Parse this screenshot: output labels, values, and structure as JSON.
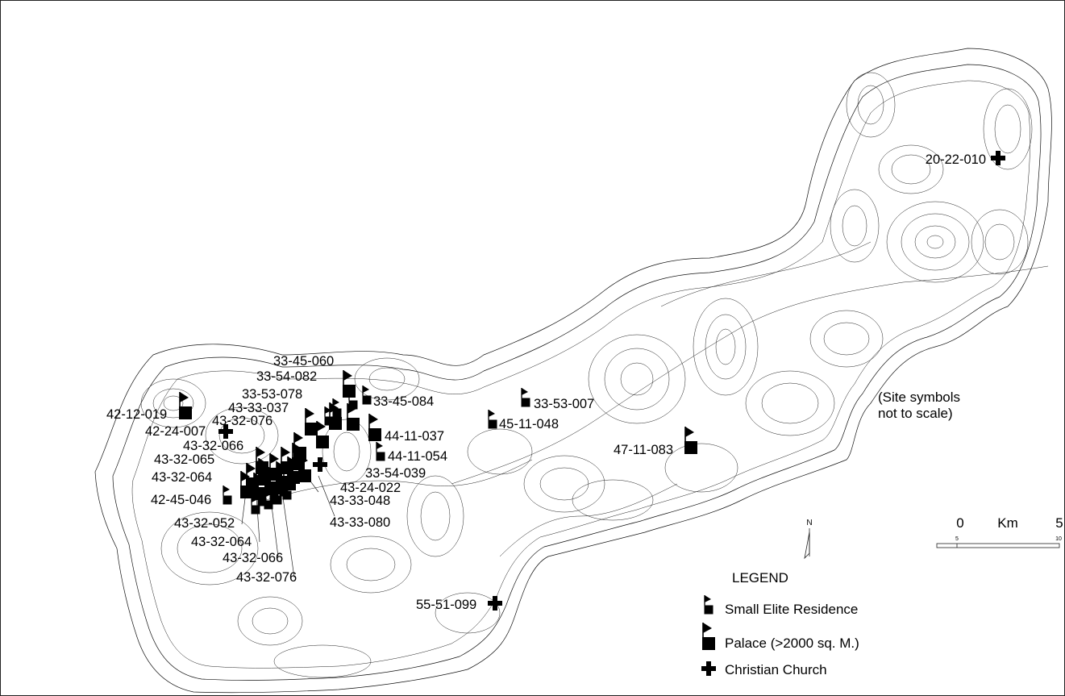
{
  "map": {
    "note": "(Site symbols not to scale)",
    "north_label": "N",
    "scale": {
      "zero": "0",
      "unit": "Km",
      "max": "5",
      "minor_mid": "5",
      "minor_max": "10"
    },
    "legend": {
      "title": "LEGEND",
      "items": [
        {
          "type": "small",
          "label": "Small Elite Residence"
        },
        {
          "type": "palace",
          "label": "Palace (>2000 sq. M.)"
        },
        {
          "type": "church",
          "label": "Christian Church"
        }
      ]
    },
    "symbol_color": "#000000",
    "sites": [
      {
        "id": "20-22-010",
        "type": "church"
      },
      {
        "id": "33-45-060",
        "type": "palace"
      },
      {
        "id": "33-54-082",
        "type": "palace"
      },
      {
        "id": "33-53-078",
        "type": "palace"
      },
      {
        "id": "33-45-084",
        "type": "small"
      },
      {
        "id": "43-33-037",
        "type": "palace"
      },
      {
        "id": "42-12-019",
        "type": "palace"
      },
      {
        "id": "43-32-076",
        "type": "palace"
      },
      {
        "id": "42-24-007",
        "type": "church"
      },
      {
        "id": "43-32-066",
        "type": "palace"
      },
      {
        "id": "43-32-065",
        "type": "palace"
      },
      {
        "id": "43-32-064",
        "type": "palace"
      },
      {
        "id": "42-45-046",
        "type": "small"
      },
      {
        "id": "43-32-052",
        "type": "small"
      },
      {
        "id": "43-32-064",
        "type": "small"
      },
      {
        "id": "43-32-066",
        "type": "small"
      },
      {
        "id": "43-32-076",
        "type": "small"
      },
      {
        "id": "44-11-037",
        "type": "palace"
      },
      {
        "id": "44-11-054",
        "type": "small"
      },
      {
        "id": "33-54-039",
        "type": "palace"
      },
      {
        "id": "43-24-022",
        "type": "church"
      },
      {
        "id": "43-33-048",
        "type": "palace"
      },
      {
        "id": "43-33-080",
        "type": "palace"
      },
      {
        "id": "33-53-007",
        "type": "small"
      },
      {
        "id": "45-11-048",
        "type": "small"
      },
      {
        "id": "47-11-083",
        "type": "palace"
      },
      {
        "id": "55-51-099",
        "type": "church"
      }
    ]
  }
}
